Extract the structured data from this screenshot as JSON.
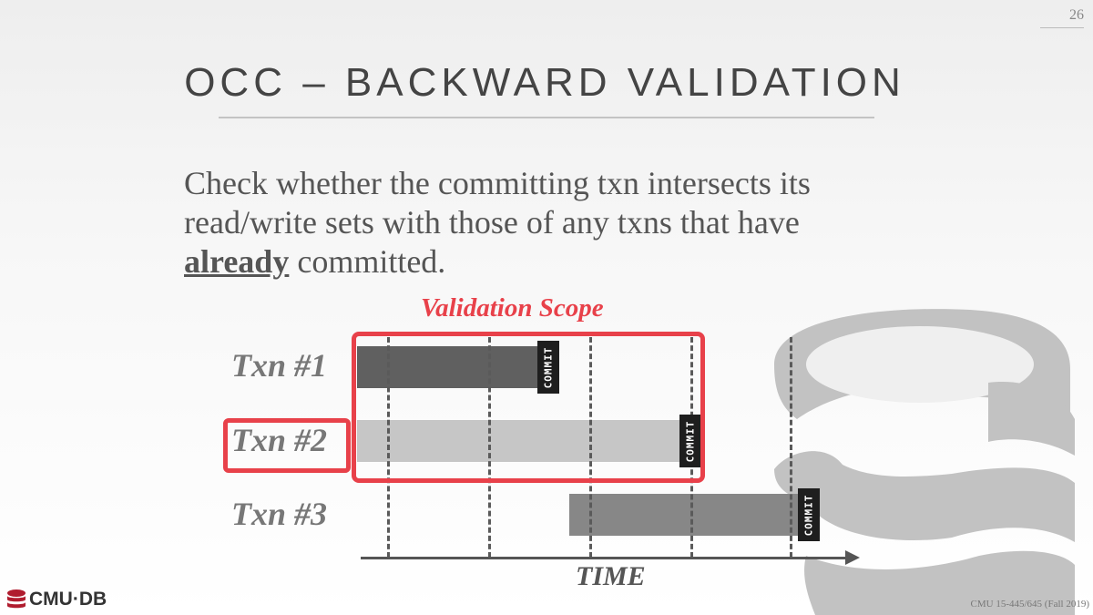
{
  "slide": {
    "number": "26",
    "title": "OCC – BACKWARD VALIDATION"
  },
  "body": {
    "before": "Check whether the committing txn intersects its read/write sets with those of any txns that have ",
    "emphasis": "already",
    "after": " committed."
  },
  "diagram": {
    "scope_label": "Validation Scope",
    "transactions": [
      {
        "label": "Txn #1",
        "commit": "COMMIT",
        "color": "#606060",
        "highlighted": false
      },
      {
        "label": "Txn #2",
        "commit": "COMMIT",
        "color": "#c6c6c6",
        "highlighted": true
      },
      {
        "label": "Txn #3",
        "commit": "COMMIT",
        "color": "#878787",
        "highlighted": false
      }
    ],
    "axis_label": "TIME",
    "accent_color": "#e8414a"
  },
  "footer": {
    "brand": "CMU·DB",
    "course": "CMU 15-445/645 (Fall 2019)"
  }
}
